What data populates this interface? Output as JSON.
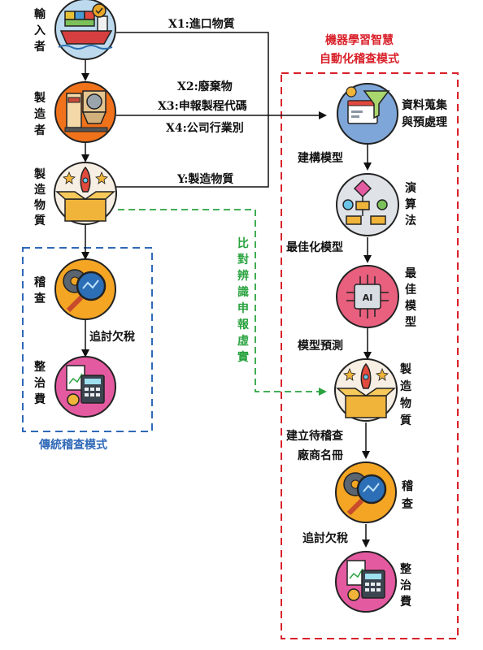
{
  "left": {
    "importer": [
      "輸",
      "入",
      "者"
    ],
    "manufacturer": [
      "製",
      "造",
      "者"
    ],
    "goods": [
      "製",
      "造",
      "物",
      "質"
    ],
    "audit": [
      "稽",
      "查"
    ],
    "recover_tax": "追討欠稅",
    "fee": [
      "整",
      "治",
      "費"
    ],
    "mode_title": "傳統稽查模式"
  },
  "edges": {
    "x1": "X1:進口物質",
    "x2": "X2:廢棄物",
    "x3": "X3:申報製程代碼",
    "x4": "X4:公司行業別",
    "y": "Y:製造物質",
    "compare": [
      "比",
      "對",
      "辨",
      "識",
      "申",
      "報",
      "虛",
      "實"
    ]
  },
  "right": {
    "title_line1": "機器學習智慧",
    "title_line2": "自動化稽查模式",
    "data_collect": [
      "資料蒐集",
      "與預處理"
    ],
    "build_model": "建構模型",
    "algorithm": [
      "演",
      "算",
      "法"
    ],
    "optimize_model": "最佳化模型",
    "best_model": [
      "最",
      "佳",
      "模",
      "型"
    ],
    "model_predict": "模型預測",
    "goods": [
      "製",
      "造",
      "物",
      "質"
    ],
    "build_list": [
      "建立待稽查",
      "廠商名冊"
    ],
    "audit": [
      "稽",
      "查"
    ],
    "recover_tax": "追討欠稅",
    "fee": [
      "整",
      "治",
      "費"
    ]
  },
  "colors": {
    "red": "#d9202a",
    "blue": "#2f69b8",
    "green": "#2aa33f"
  }
}
